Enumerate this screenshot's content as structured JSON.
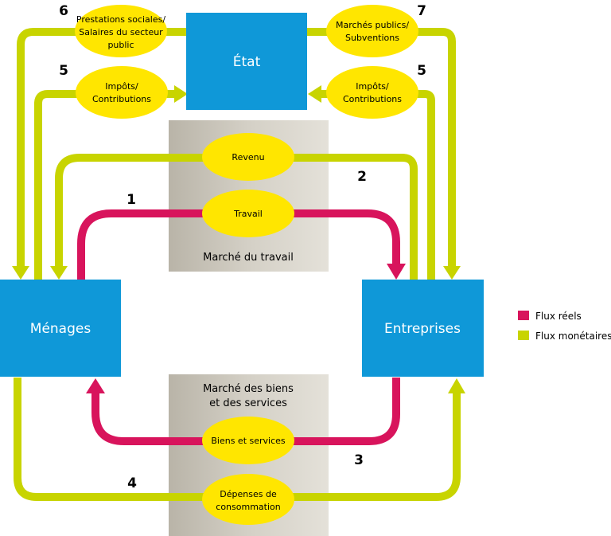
{
  "colors": {
    "box": "#0f98d8",
    "ellipse": "#ffe600",
    "real_flow": "#d8145c",
    "money_flow": "#c8d400",
    "market": "#bfbab0"
  },
  "boxes": {
    "etat": "État",
    "menages": "Ménages",
    "entreprises": "Entreprises"
  },
  "markets": {
    "travail": "Marché du travail",
    "biens_line1": "Marché des biens",
    "biens_line2": "et des services"
  },
  "ellipses": {
    "prestations": [
      "Prestations sociales/",
      "Salaires du secteur",
      "public"
    ],
    "marches_publics": [
      "Marchés publics/",
      "Subventions"
    ],
    "impots_left": [
      "Impôts/",
      "Contributions"
    ],
    "impots_right": [
      "Impôts/",
      "Contributions"
    ],
    "revenu": [
      "Revenu"
    ],
    "travail": [
      "Travail"
    ],
    "biens": [
      "Biens et services"
    ],
    "depenses": [
      "Dépenses de",
      "consommation"
    ]
  },
  "numbers": {
    "n1": "1",
    "n2": "2",
    "n3": "3",
    "n4": "4",
    "n5_left": "5",
    "n5_right": "5",
    "n6": "6",
    "n7": "7"
  },
  "legend": {
    "real": "Flux réels",
    "money": "Flux monétaires"
  }
}
